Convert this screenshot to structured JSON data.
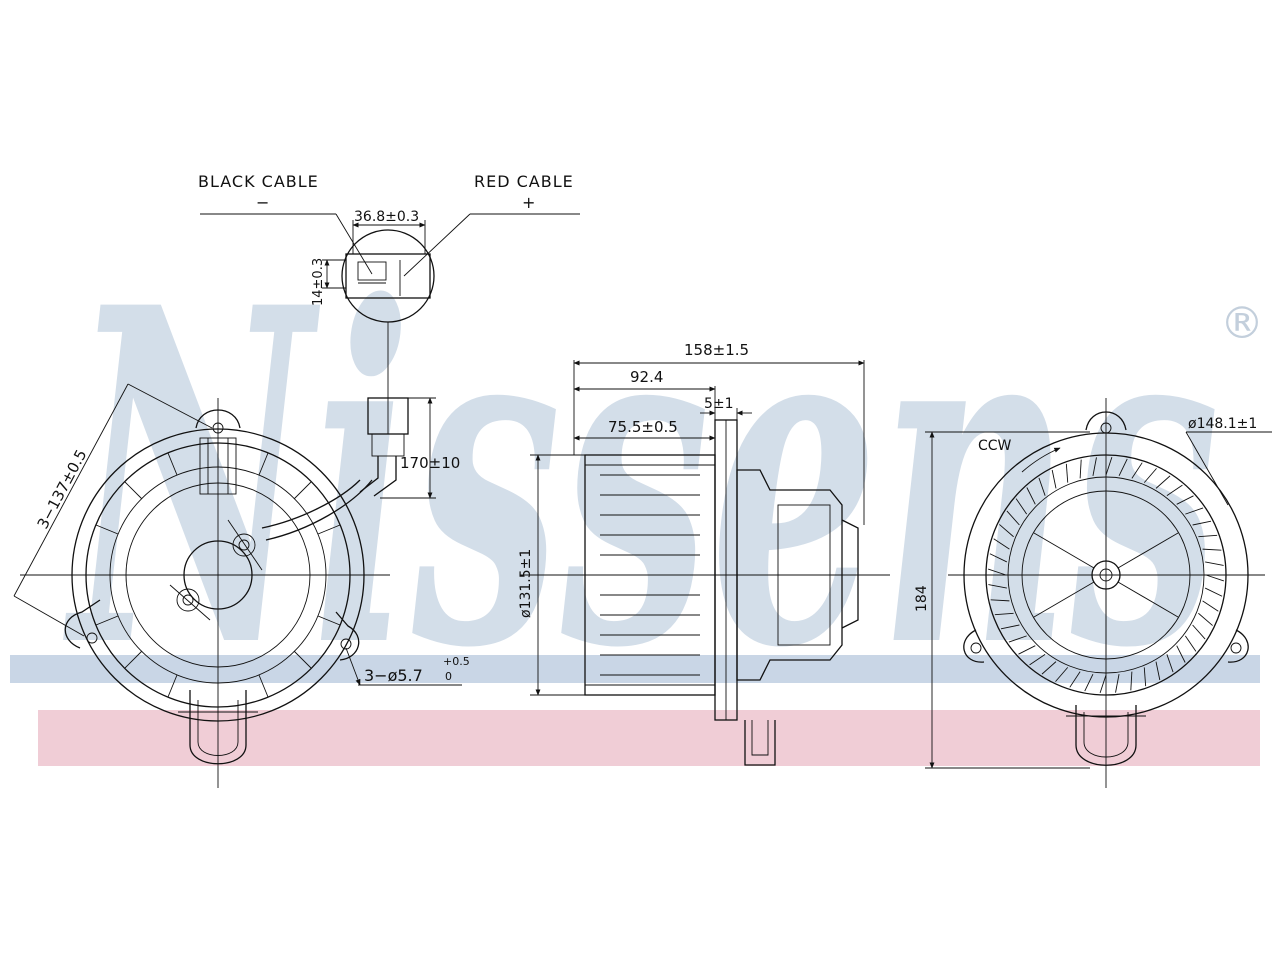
{
  "watermark": {
    "brand": "Nissens",
    "registered_mark": "®",
    "band_top_color": "#c9d6e6",
    "band_bottom_color": "#f0cdd6",
    "letter_color": "#d3dee9"
  },
  "cables": {
    "black_label": "BLACK CABLE",
    "black_polarity": "−",
    "red_label": "RED CABLE",
    "red_polarity": "+"
  },
  "dimensions": {
    "connector_width": "36.8±0.3",
    "connector_height": "14±0.3",
    "cable_length": "170±10",
    "bolt_circle": "3−137±0.5",
    "mount_hole": "3−ø5.7",
    "mount_hole_tol_upper": "+0.5",
    "mount_hole_tol_lower": "0",
    "overall_length": "158±1.5",
    "length_92": "92.4",
    "length_75": "75.5±0.5",
    "offset_5": "5±1",
    "wheel_diameter": "ø131.5±1",
    "housing_diameter": "ø148.1±1",
    "height": "184",
    "rotation": "CCW"
  }
}
